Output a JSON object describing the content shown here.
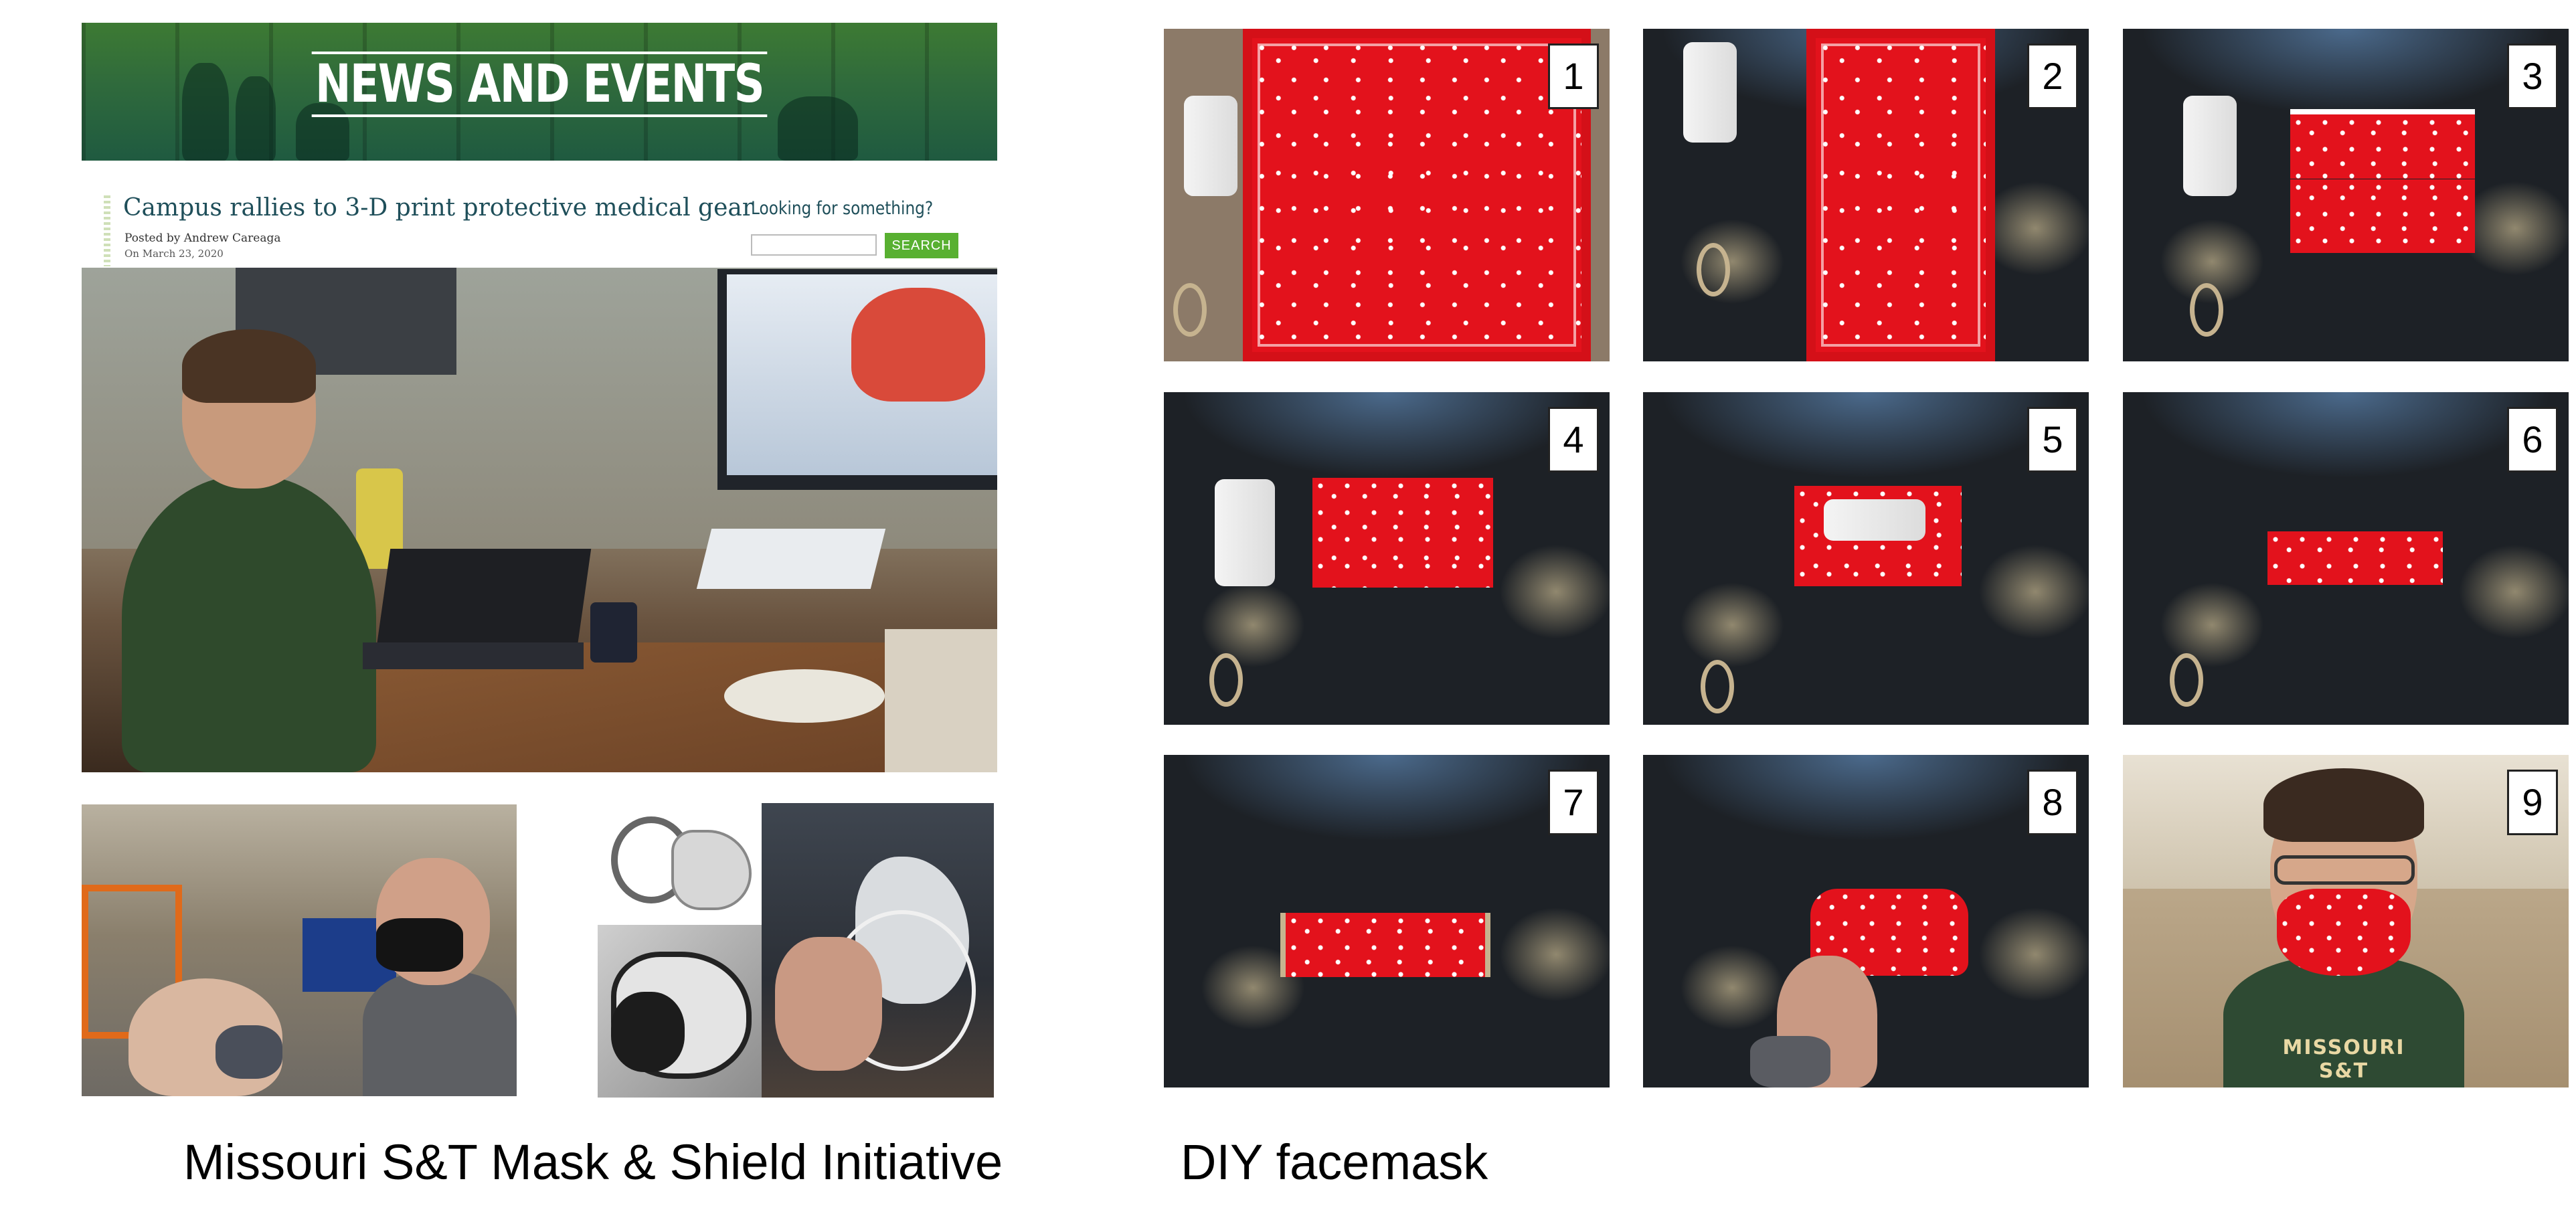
{
  "news": {
    "banner_title": "NEWS AND EVENTS",
    "article_title": "Campus rallies to 3-D print protective medical gear",
    "posted_by": "Posted by Andrew Careaga",
    "posted_on": "On March 23, 2020",
    "search_label": "Looking for something?",
    "search_placeholder": "",
    "search_button": "SEARCH"
  },
  "captions": {
    "left": "Missouri S&T Mask & Shield Initiative",
    "right": "DIY facemask"
  },
  "steps": [
    "1",
    "2",
    "3",
    "4",
    "5",
    "6",
    "7",
    "8",
    "9"
  ],
  "shirt_text": "MISSOURI S&T",
  "colors": {
    "banner_green": "#2f6a3c",
    "search_button": "#58b031",
    "bandana_red": "#e3121c",
    "title_teal": "#1f4f5a"
  }
}
